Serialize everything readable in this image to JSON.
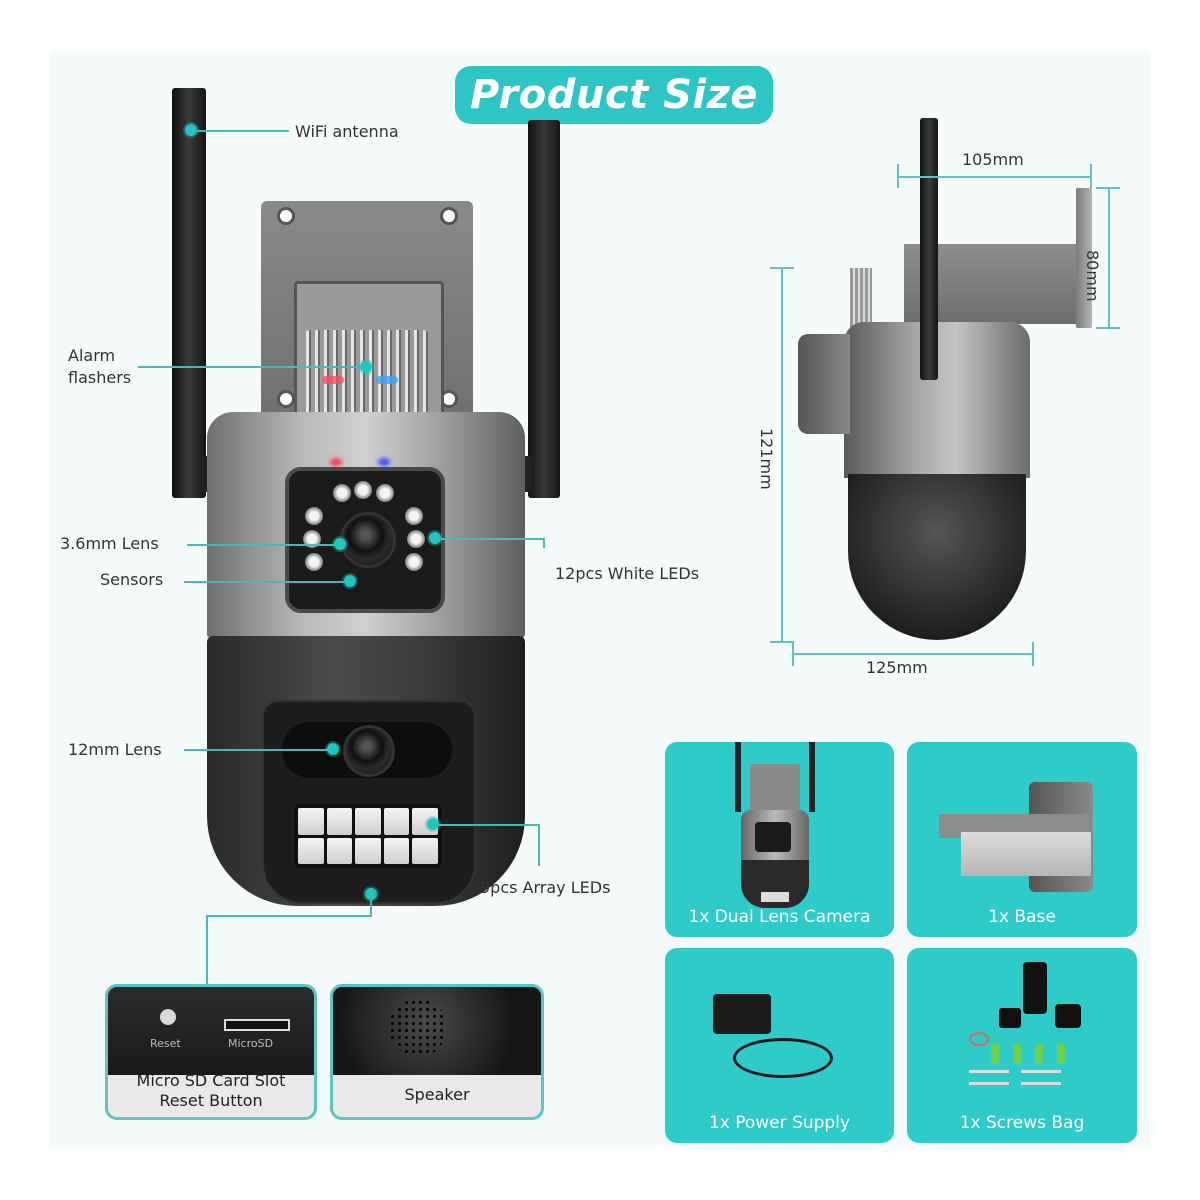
{
  "title": "Product Size",
  "colors": {
    "accent": "#2ec6c4",
    "card": "#2ecbc9",
    "leader_line": "#49b9b8",
    "text": "#333333",
    "panel_bg": "#f5fafa"
  },
  "callouts": [
    {
      "id": "wifi-antenna",
      "label": "WiFi antenna"
    },
    {
      "id": "alarm-flashers",
      "label_line1": "Alarm",
      "label_line2": "flashers"
    },
    {
      "id": "lens-3-6mm",
      "label": "3.6mm Lens"
    },
    {
      "id": "sensors",
      "label": "Sensors"
    },
    {
      "id": "white-leds",
      "label": "12pcs White LEDs"
    },
    {
      "id": "lens-12mm",
      "label": "12mm Lens"
    },
    {
      "id": "array-leds",
      "label": "9pcs Array LEDs"
    }
  ],
  "dimensions": {
    "bracket_width": "105mm",
    "bracket_height": "80mm",
    "body_height": "121mm",
    "body_width": "125mm"
  },
  "features": [
    {
      "id": "sd-slot",
      "line1": "Micro SD Card Slot",
      "line2": "Reset Button",
      "inset_reset": "Reset",
      "inset_microsd": "MicroSD"
    },
    {
      "id": "speaker",
      "label": "Speaker"
    }
  ],
  "package_contents": [
    {
      "id": "camera",
      "label": "1x Dual Lens Camera"
    },
    {
      "id": "base",
      "label": "1x Base"
    },
    {
      "id": "power",
      "label": "1x Power Supply"
    },
    {
      "id": "screws",
      "label": "1x Screws Bag"
    }
  ]
}
